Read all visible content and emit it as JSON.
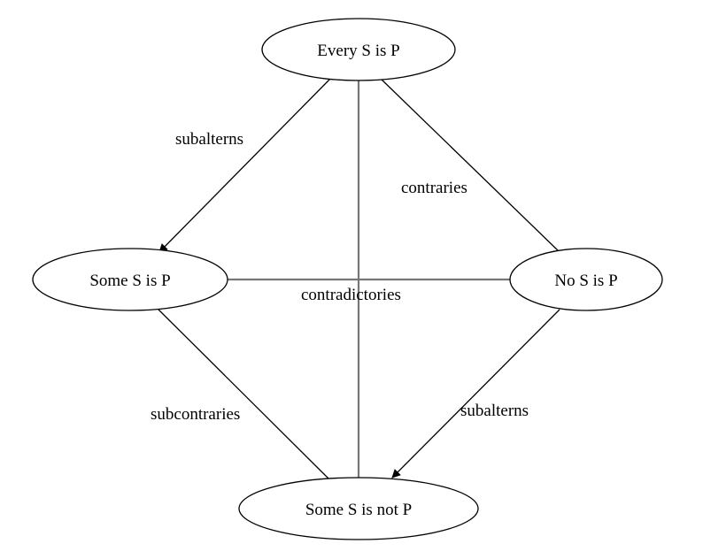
{
  "title": "Square of opposition",
  "nodes": {
    "a": "Every S is P",
    "i": "Some S is P",
    "e": "No S is P",
    "o": "Some S is not P"
  },
  "edges": {
    "a_i": "subalterns",
    "a_e": "contraries",
    "i_e": "contradictories",
    "i_o": "subcontraries",
    "e_o": "subalterns"
  },
  "colors": {
    "stroke": "#000000",
    "contradictory": "#777777"
  }
}
